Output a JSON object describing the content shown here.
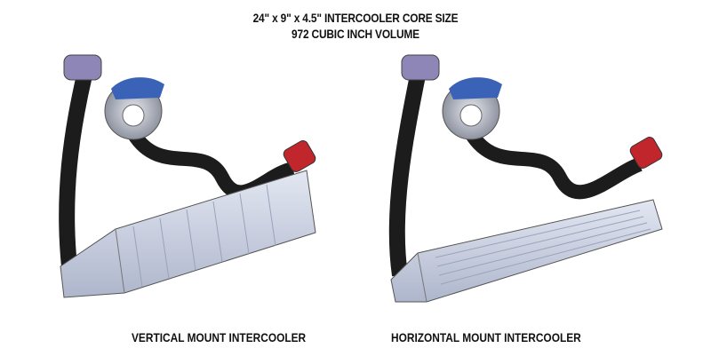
{
  "header": {
    "line1": "24\" x 9\" x 4.5\" INTERCOOLER CORE SIZE",
    "line2": "972 CUBIC INCH VOLUME"
  },
  "panels": [
    {
      "caption": "VERTICAL MOUNT INTERCOOLER"
    },
    {
      "caption": "HORIZONTAL MOUNT INTERCOOLER"
    }
  ],
  "colors": {
    "pipe": "#1c1c1c",
    "intercooler": "#c9d0e3",
    "turbo": "#a9aebb",
    "turbo_accent": "#3a63b8",
    "clamp": "#8f86b8",
    "filter": "#c0262c"
  }
}
